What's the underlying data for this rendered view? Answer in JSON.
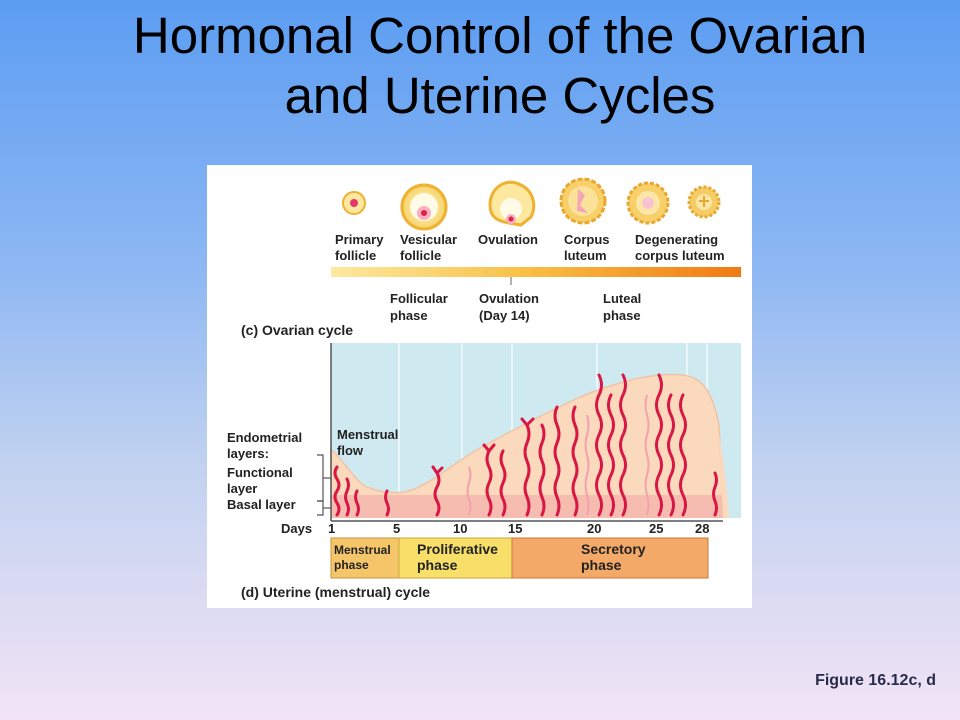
{
  "slide": {
    "title_line1": "Hormonal Control of the Ovarian",
    "title_line2": "and Uterine Cycles",
    "figure_ref": "Figure 16.12c, d"
  },
  "ovarian": {
    "stages": [
      {
        "line1": "Primary",
        "line2": "follicle"
      },
      {
        "line1": "Vesicular",
        "line2": "follicle"
      },
      {
        "line1": "Ovulation",
        "line2": ""
      },
      {
        "line1": "Corpus",
        "line2": "luteum"
      },
      {
        "line1": "Degenerating",
        "line2": "corpus luteum"
      }
    ],
    "phases": [
      {
        "line1": "Follicular",
        "line2": "phase"
      },
      {
        "line1": "Ovulation",
        "line2": "(Day 14)"
      },
      {
        "line1": "Luteal",
        "line2": "phase"
      }
    ],
    "caption": "(c) Ovarian cycle"
  },
  "uterine": {
    "labels": {
      "endometrial_1": "Endometrial",
      "endometrial_2": "layers:",
      "functional_1": "Functional",
      "functional_2": "layer",
      "basal": "Basal layer",
      "menstrual_flow_1": "Menstrual",
      "menstrual_flow_2": "flow",
      "days": "Days"
    },
    "days": [
      "1",
      "5",
      "10",
      "15",
      "20",
      "25",
      "28"
    ],
    "phases": [
      {
        "line1": "Menstrual",
        "line2": "phase",
        "color": "#f5c56a"
      },
      {
        "line1": "Proliferative",
        "line2": "phase",
        "color": "#f8df6a"
      },
      {
        "line1": "Secretory",
        "line2": "phase",
        "color": "#f3a967"
      }
    ],
    "caption": "(d) Uterine (menstrual) cycle"
  },
  "colors": {
    "endometrium": "#fbd9bd",
    "basal": "#f7bcb0",
    "vessels": "#d81745",
    "chart_bg": "#cfe9f1",
    "bar_start": "#fde9a0",
    "bar_end": "#f07a10"
  }
}
